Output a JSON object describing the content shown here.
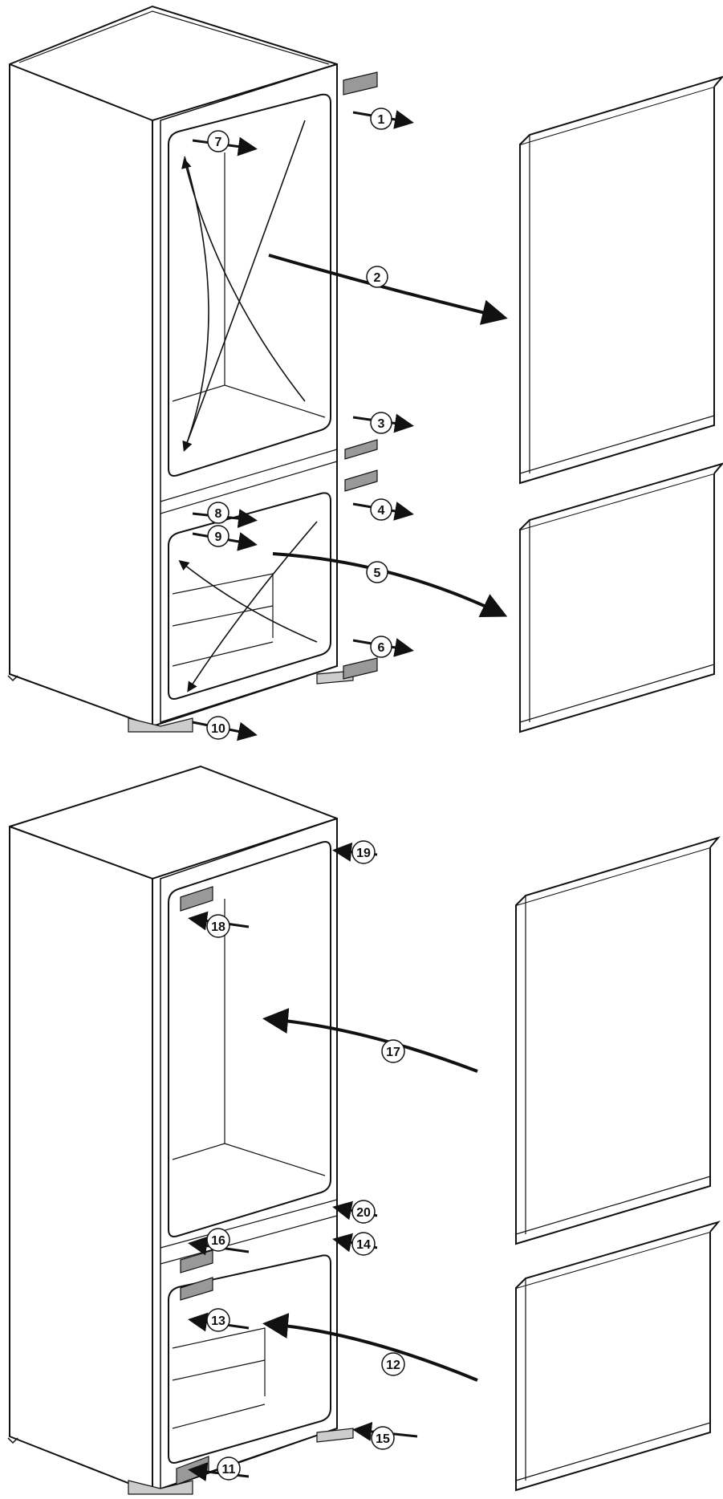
{
  "steps": {
    "s1": "1",
    "s2": "2",
    "s3": "3",
    "s4": "4",
    "s5": "5",
    "s6": "6",
    "s7": "7",
    "s8": "8",
    "s9": "9",
    "s10": "10",
    "s11": "11",
    "s12": "12",
    "s13": "13",
    "s14": "14",
    "s15": "15",
    "s16": "16",
    "s17": "17",
    "s18": "18",
    "s19": "19",
    "s20": "20"
  }
}
